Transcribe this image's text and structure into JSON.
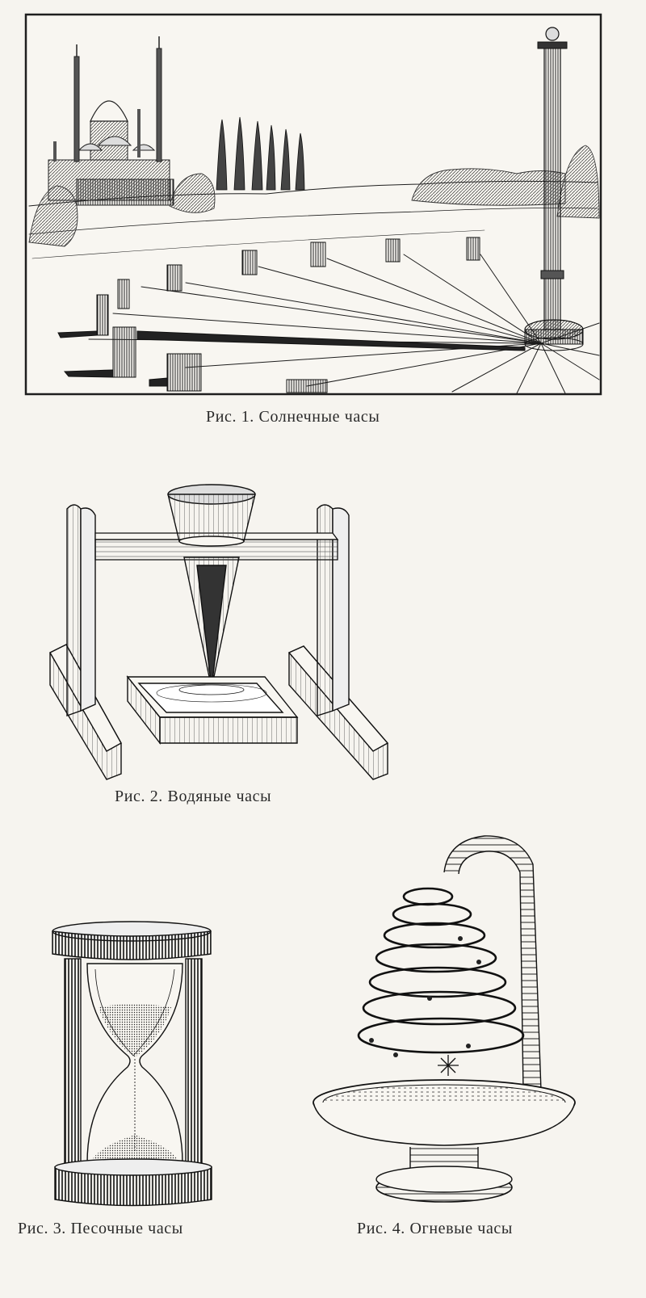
{
  "figures": [
    {
      "caption": "Рис. 1. Солнечные часы"
    },
    {
      "caption": "Рис. 2. Водяные часы"
    },
    {
      "caption": "Рис. 3. Песочные часы"
    },
    {
      "caption": "Рис. 4. Огневые часы"
    }
  ]
}
